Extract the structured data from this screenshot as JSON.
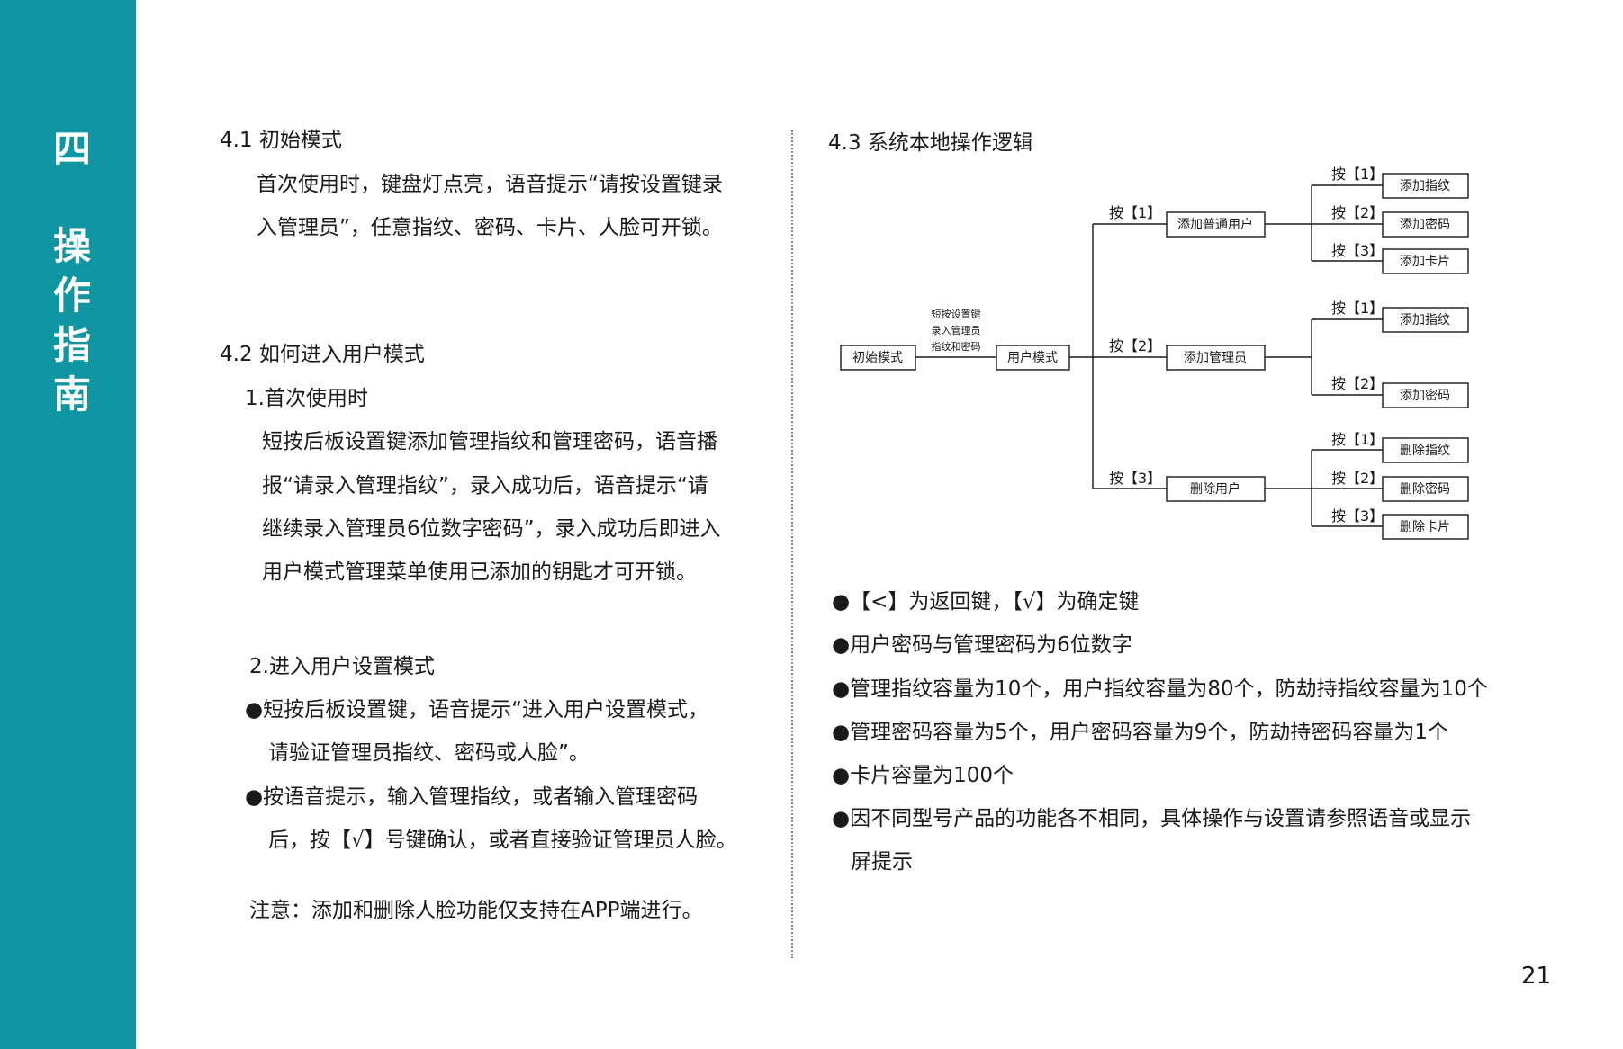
{
  "sidebar": {
    "chapter_num": "四",
    "title_chars": [
      "操",
      "作",
      "指",
      "南"
    ],
    "color": "#0f96a2"
  },
  "section_4_1": {
    "heading": "4.1 初始模式",
    "lines": [
      "首次使用时，键盘灯点亮，语音提示“请按设置键录",
      "入管理员”，任意指纹、密码、卡片、人脸可开锁。"
    ]
  },
  "section_4_2": {
    "heading": "4.2 如何进入用户模式",
    "sub1": {
      "title": "1.首次使用时",
      "lines": [
        "短按后板设置键添加管理指纹和管理密码，语音播",
        "报“请录入管理指纹”，录入成功后，语音提示“请",
        "继续录入管理员6位数字密码”，录入成功后即进入",
        "用户模式管理菜单使用已添加的钥匙才可开锁。"
      ]
    },
    "sub2": {
      "title": "2.进入用户设置模式",
      "lines": [
        "●短按后板设置键，语音提示“进入用户设置模式，",
        "请验证管理员指纹、密码或人脸”。",
        "●按语音提示，输入管理指纹，或者输入管理密码",
        "后，按【√】号键确认，或者直接验证管理员人脸。"
      ]
    },
    "note": "注意：添加和删除人脸功能仅支持在APP端进行。"
  },
  "section_4_3": {
    "heading": "4.3 系统本地操作逻辑",
    "diagram": {
      "start": "初始模式",
      "arrow_label": [
        "短按设置键",
        "录入管理员",
        "指纹和密码"
      ],
      "user_mode": "用户模式",
      "branches": [
        {
          "key": "按【1】",
          "node": "添加普通用户",
          "leaves": [
            {
              "key": "按【1】",
              "label": "添加指纹"
            },
            {
              "key": "按【2】",
              "label": "添加密码"
            },
            {
              "key": "按【3】",
              "label": "添加卡片"
            }
          ]
        },
        {
          "key": "按【2】",
          "node": "添加管理员",
          "leaves": [
            {
              "key": "按【1】",
              "label": "添加指纹"
            },
            {
              "key": "按【2】",
              "label": "添加密码"
            }
          ]
        },
        {
          "key": "按【3】",
          "node": "删除用户",
          "leaves": [
            {
              "key": "按【1】",
              "label": "删除指纹"
            },
            {
              "key": "按【2】",
              "label": "删除密码"
            },
            {
              "key": "按【3】",
              "label": "删除卡片"
            }
          ]
        }
      ]
    },
    "bullets": [
      "●【<】为返回键，【√】为确定键",
      "●用户密码与管理密码为6位数字",
      "●管理指纹容量为10个，用户指纹容量为80个，防劫持指纹容量为10个",
      "●管理密码容量为5个，用户密码容量为9个，防劫持密码容量为1个",
      "●卡片容量为100个",
      "●因不同型号产品的功能各不相同，具体操作与设置请参照语音或显示",
      "屏提示"
    ]
  },
  "page_number": "21"
}
